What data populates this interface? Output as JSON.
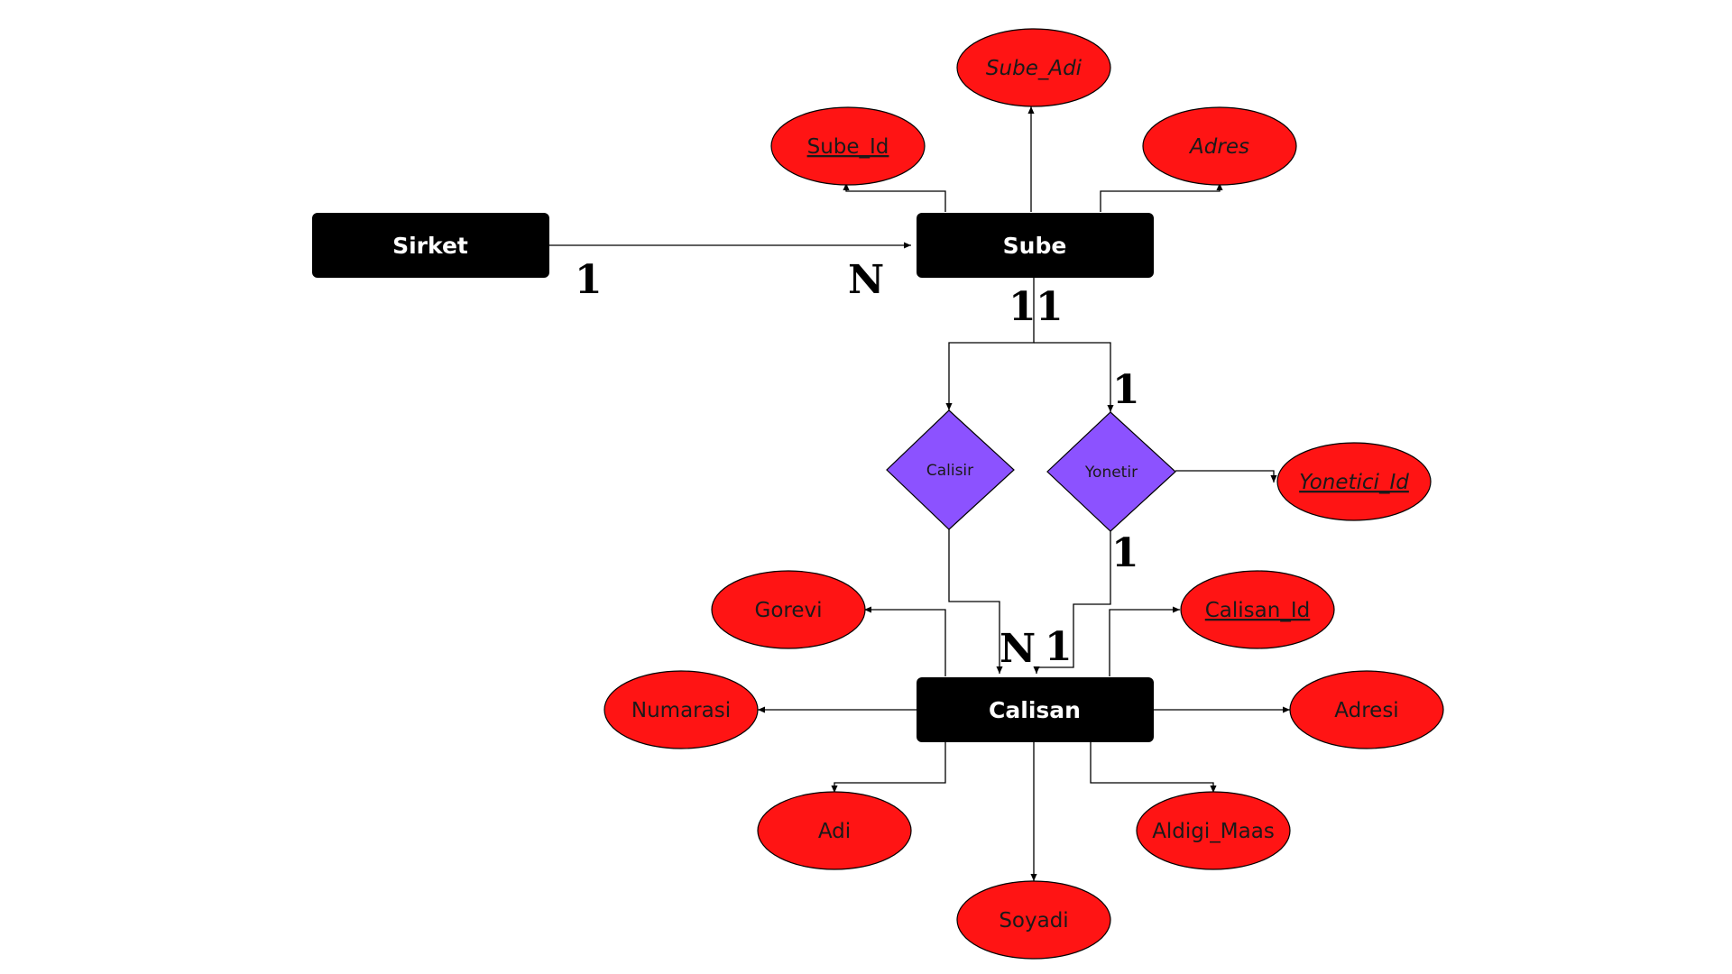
{
  "entities": {
    "sirket": "Sirket",
    "sube": "Sube",
    "calisan": "Calisan"
  },
  "relationships": {
    "calisir": "Calisir",
    "yonetir": "Yonetir"
  },
  "attributes": {
    "sube_adi": "Sube_Adi",
    "sube_id": "Sube_Id",
    "adres": "Adres",
    "yonetici_id": "Yonetici_Id",
    "gorevi": "Gorevi",
    "calisan_id": "Calisan_Id",
    "numarasi": "Numarasi",
    "adresi": "Adresi",
    "adi": "Adi",
    "aldigi_maas": "Aldigi_Maas",
    "soyadi": "Soyadi"
  },
  "cardinalities": {
    "sirket_side": "1",
    "sube_side": "N",
    "sube_calisir": "1",
    "sube_yonetir": "1",
    "yonetir_top": "1",
    "yonetir_bottom": "1",
    "calisan_calisir": "N",
    "calisan_yonetir": "1"
  },
  "colors": {
    "entity_fill": "#000000",
    "attribute_fill": "#ff1414",
    "relationship_fill": "#8c52ff"
  }
}
